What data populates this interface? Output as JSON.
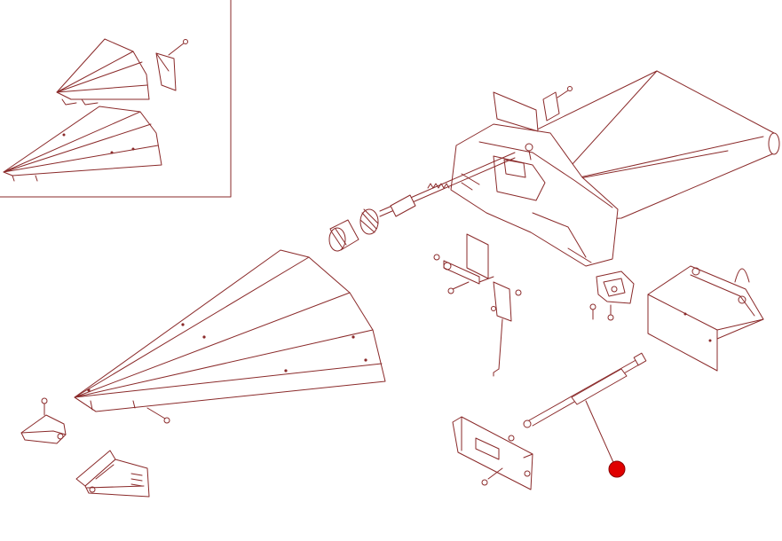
{
  "diagram": {
    "type": "exploded-parts-view",
    "line_color": "#8a2a2a",
    "background_color": "#ffffff",
    "inset_frame": true,
    "callout_marker": {
      "color": "#e00000",
      "shape": "circle",
      "target": "gas-spring-strut"
    }
  }
}
